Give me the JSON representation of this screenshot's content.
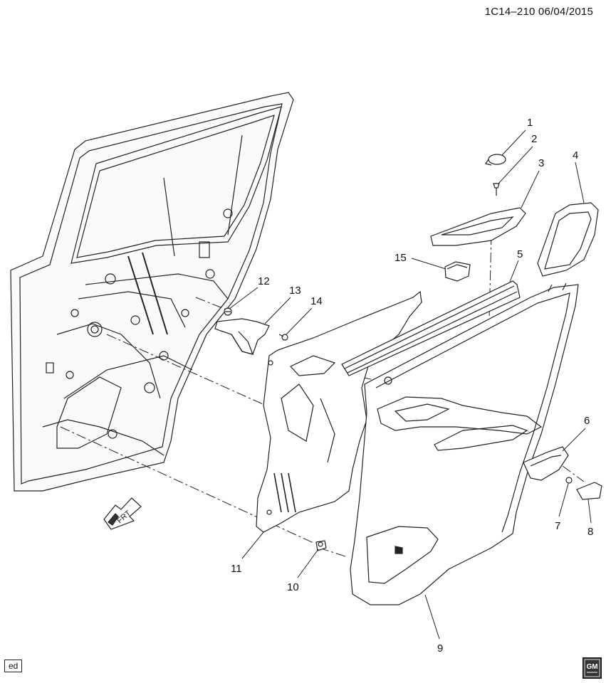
{
  "header": {
    "diagram_code": "1C14–210",
    "date": "06/04/2015"
  },
  "footer": {
    "tag": "ed",
    "logo_letters": "GM"
  },
  "direction_arrow": {
    "label": "FRT"
  },
  "callouts": [
    {
      "number": "1"
    },
    {
      "number": "2"
    },
    {
      "number": "3"
    },
    {
      "number": "4"
    },
    {
      "number": "5"
    },
    {
      "number": "6"
    },
    {
      "number": "7"
    },
    {
      "number": "8"
    },
    {
      "number": "9"
    },
    {
      "number": "10"
    },
    {
      "number": "11"
    },
    {
      "number": "12"
    },
    {
      "number": "13"
    },
    {
      "number": "14"
    },
    {
      "number": "15"
    }
  ]
}
